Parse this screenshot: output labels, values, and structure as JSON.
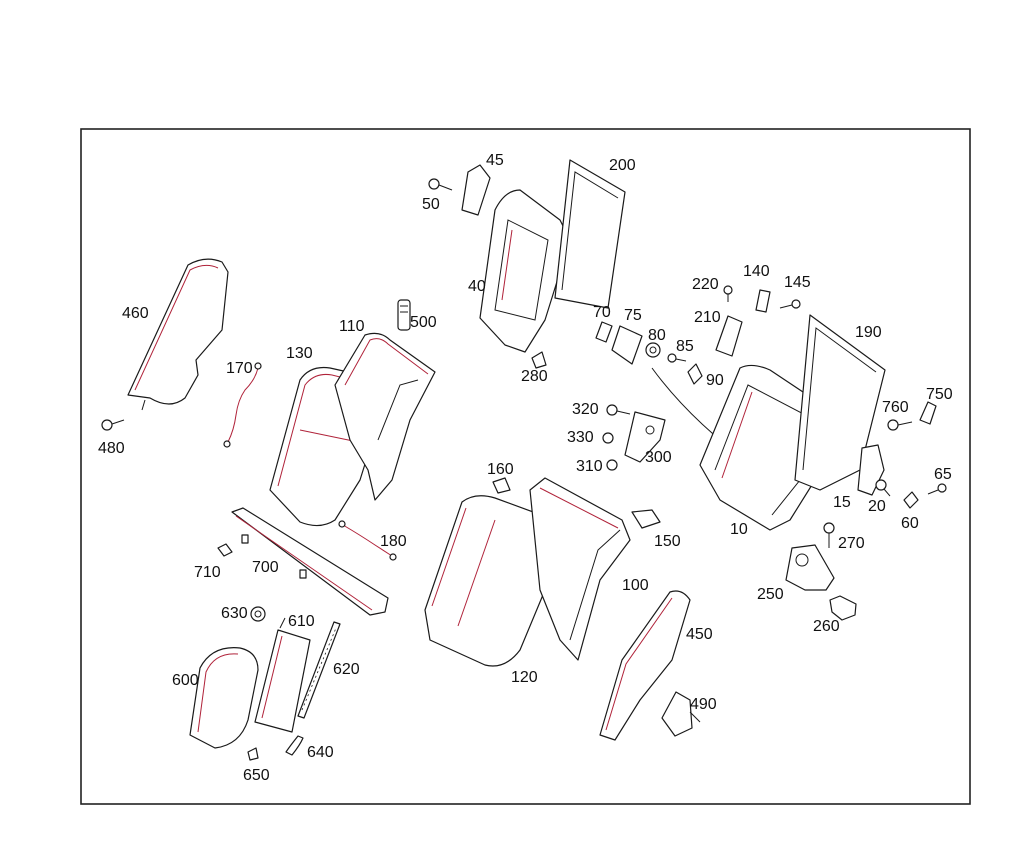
{
  "callouts": {
    "c10": "10",
    "c15": "15",
    "c20": "20",
    "c40": "40",
    "c45": "45",
    "c50": "50",
    "c60": "60",
    "c65": "65",
    "c70": "70",
    "c75": "75",
    "c80": "80",
    "c85": "85",
    "c90": "90",
    "c100": "100",
    "c110": "110",
    "c120": "120",
    "c130": "130",
    "c140": "140",
    "c145": "145",
    "c150": "150",
    "c160": "160",
    "c170": "170",
    "c180": "180",
    "c190": "190",
    "c200": "200",
    "c210": "210",
    "c220": "220",
    "c250": "250",
    "c260": "260",
    "c270": "270",
    "c280": "280",
    "c300": "300",
    "c310": "310",
    "c320": "320",
    "c330": "330",
    "c450": "450",
    "c460": "460",
    "c480": "480",
    "c490": "490",
    "c500": "500",
    "c600": "600",
    "c610": "610",
    "c620": "620",
    "c630": "630",
    "c640": "640",
    "c650": "650",
    "c700": "700",
    "c710": "710",
    "c750": "750",
    "c760": "760"
  },
  "colors": {
    "line": "#1a1a1a",
    "accent": "#b0233a",
    "background": "#ffffff"
  }
}
